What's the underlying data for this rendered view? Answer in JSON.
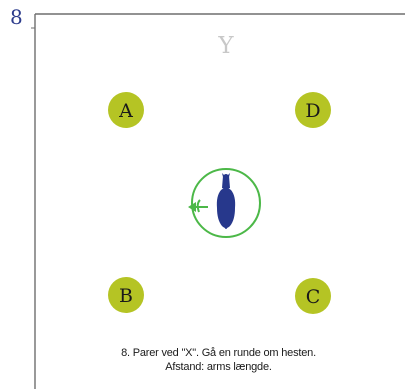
{
  "step": {
    "number": "8"
  },
  "arena": {
    "center_letter": "Y",
    "markers": [
      {
        "id": "A",
        "label": "A"
      },
      {
        "id": "D",
        "label": "D"
      },
      {
        "id": "B",
        "label": "B"
      },
      {
        "id": "C",
        "label": "C"
      }
    ],
    "colors": {
      "marker_fill": "#b5c424",
      "border_line": "#6e6e6e",
      "circle_stroke": "#4cb848",
      "arrow_fill": "#4cb848",
      "horse_fill": "#27388c",
      "center_letter_color": "#c8c8c8",
      "step_number_color": "#2d3c8c"
    },
    "icons": {
      "horse": "horse-top-view-icon",
      "direction": "arrow-left-icon"
    }
  },
  "caption": {
    "line1": "8. Parer ved \"X\". Gå en runde om hesten.",
    "line2": "Afstand: arms længde."
  }
}
